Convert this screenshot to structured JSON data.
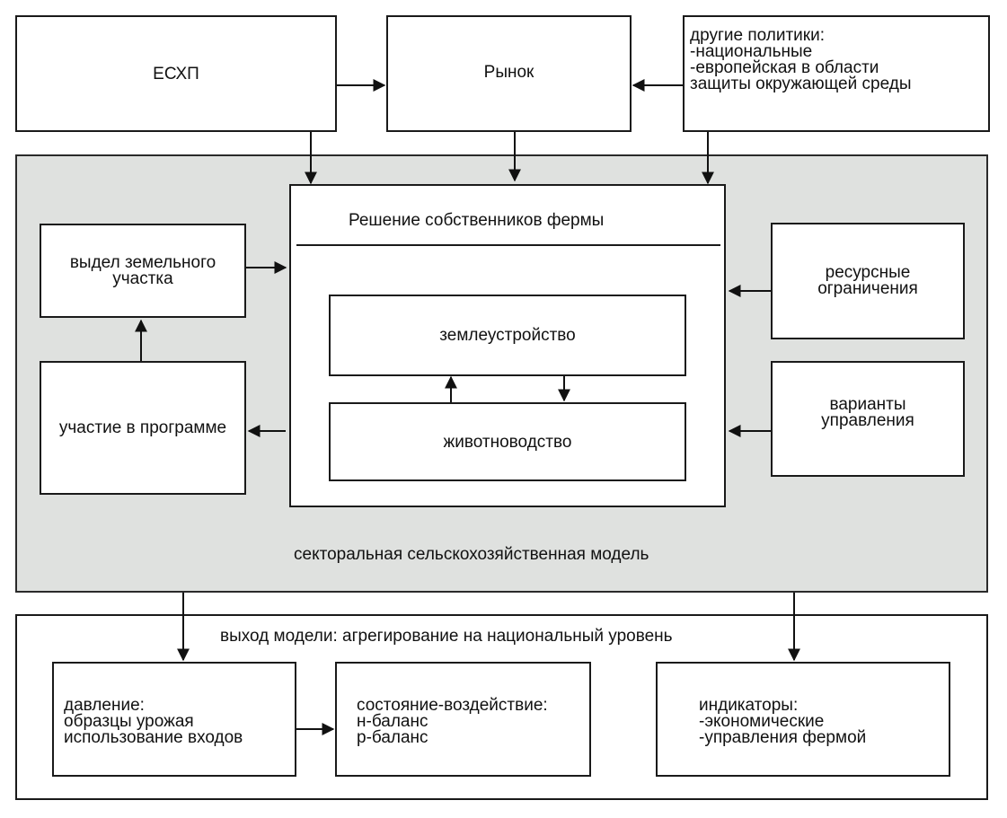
{
  "top": {
    "eschp": "ЕСХП",
    "market": "Рынок",
    "other_policies": {
      "title": "другие политики:",
      "lines": [
        "-национальные",
        "-европейская в области",
        "защиты окружающей среды"
      ]
    }
  },
  "model": {
    "label": "секторальная сельскохозяйственная модель",
    "decision": {
      "title": "Решение собственников фермы",
      "land_management": "землеустройство",
      "livestock": "животноводство"
    },
    "land_allocation": {
      "line1": "выдел земельного",
      "line2": "участка"
    },
    "program_participation": "участие в программе",
    "resource_constraints": {
      "line1": "ресурсные",
      "line2": "ограничения"
    },
    "management_options": {
      "line1": "варианты",
      "line2": "управления"
    }
  },
  "output": {
    "title": "выход модели: агрегирование на национальный уровень",
    "pressure": {
      "title": "давление:",
      "lines": [
        "образцы урожая",
        "использование входов"
      ]
    },
    "state_impact": {
      "title": "состояние-воздействие:",
      "lines": [
        "н-баланс",
        "р-баланс"
      ]
    },
    "indicators": {
      "title": "индикаторы:",
      "lines": [
        "-экономические",
        "-управления фермой"
      ]
    }
  }
}
